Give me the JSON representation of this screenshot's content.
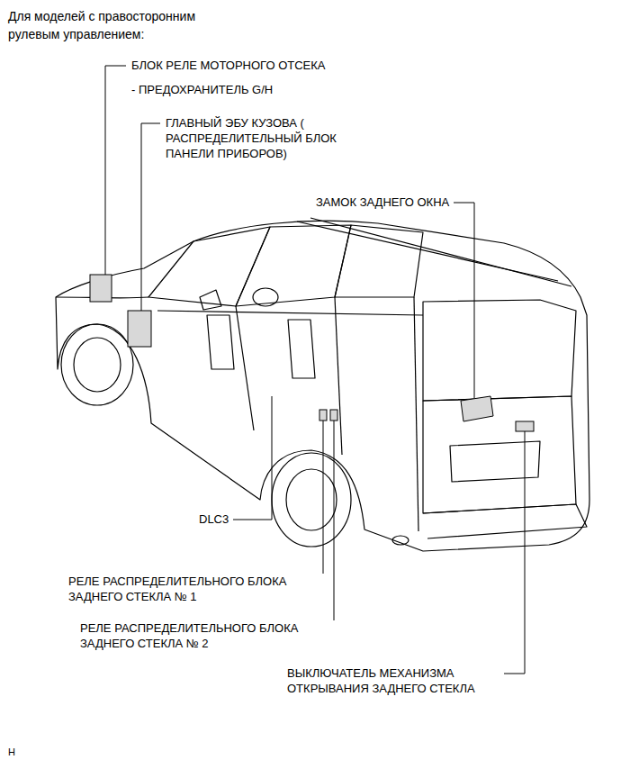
{
  "diagram": {
    "title": "Для моделей с правосторонним рулевым управлением:",
    "labels": [
      "БЛОК РЕЛЕ МОТОРНОГО ОТСЕКА",
      "- ПРЕДОХРАНИТЕЛЬ G/H",
      "ГЛАВНЫЙ ЭБУ КУЗОВА ( РАСПРЕДЕЛИТЕЛЬНЫЙ БЛОК ПАНЕЛИ ПРИБОРОВ)",
      "ЗАМОК ЗАДНЕГО ОКНА",
      "DLC3",
      "РЕЛЕ РАСПРЕДЕЛИТЕЛЬНОГО БЛОКА ЗАДНЕГО СТЕКЛА № 1",
      "РЕЛЕ РАСПРЕДЕЛИТЕЛЬНОГО БЛОКА ЗАДНЕГО СТЕКЛА № 2",
      "ВЫКЛЮЧАТЕЛЬ МЕХАНИЗМА ОТКРЫВАНИЯ ЗАДНЕГО СТЕКЛА",
      "H"
    ]
  }
}
